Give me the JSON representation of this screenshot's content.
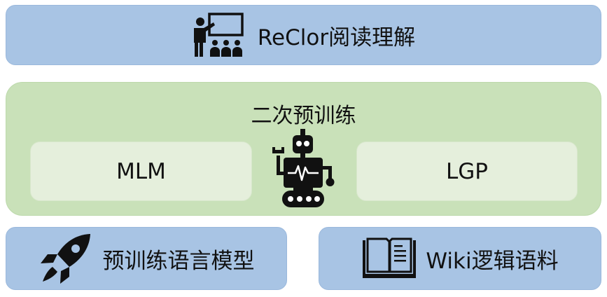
{
  "top": {
    "label": "ReClor阅读理解",
    "icon": "teacher-icon"
  },
  "middle": {
    "title": "二次预训练",
    "left_item": "MLM",
    "right_item": "LGP",
    "icon": "robot-icon"
  },
  "bottom_left": {
    "label": "预训练语言模型",
    "icon": "rocket-icon"
  },
  "bottom_right": {
    "label": "Wiki逻辑语料",
    "icon": "book-icon"
  },
  "colors": {
    "blue_box": "#a8c4e4",
    "green_box": "#c9e1b9",
    "inner_box": "#e5efdc",
    "icon": "#111111"
  }
}
